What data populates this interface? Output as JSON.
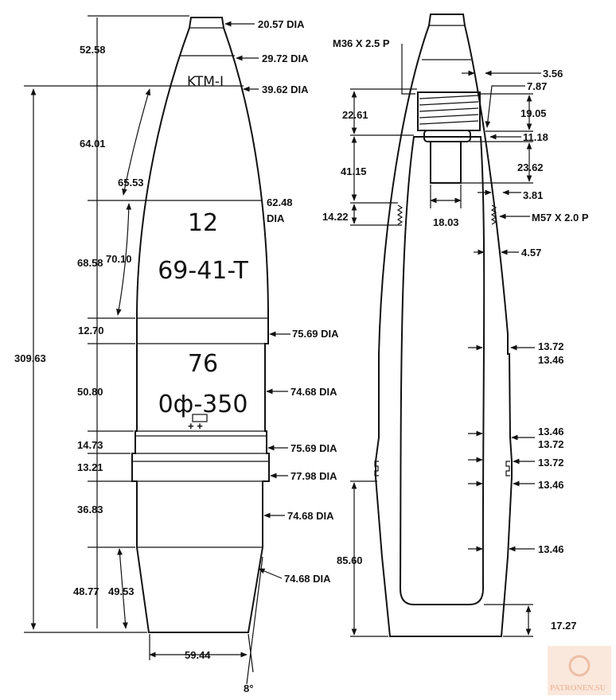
{
  "left_view": {
    "markings": {
      "fuze": "KTM-I",
      "line1": "12",
      "line2": "69-41-T",
      "line3": "76",
      "line4": "0ф-350"
    },
    "diameters": {
      "tip": "20.57 DIA",
      "d2": "29.72 DIA",
      "d3": "39.62 DIA",
      "d4": "62.48",
      "d4_unit": "DIA",
      "band1": "75.69 DIA",
      "body1": "74.68 DIA",
      "band2": "75.69 DIA",
      "rot_band": "77.98 DIA",
      "body2": "74.68 DIA",
      "base": "74.68 DIA"
    },
    "lengths": {
      "l1": "52.58",
      "l2": "64.01",
      "l3": "68.58",
      "l4": "12.70",
      "l5": "50.80",
      "l6": "14.73",
      "l7": "13.21",
      "l8": "36.83",
      "l9": "48.77",
      "total": "309.63",
      "arc1": "65.53",
      "arc2": "70.10",
      "boat": "49.53",
      "base_dia": "59.44",
      "angle": "8°"
    }
  },
  "right_view": {
    "thread1": "M36 X 2.5 P",
    "thread2": "M57 X 2.0 P",
    "dims": {
      "a": "3.56",
      "b": "7.87",
      "c": "22.61",
      "d": "19.05",
      "e": "11.18",
      "f": "41.15",
      "g": "23.62",
      "h": "3.81",
      "i": "14.22",
      "j": "18.03",
      "k": "4.57",
      "w1": "13.72",
      "w2": "13.46",
      "w3": "13.46",
      "w4": "13.72",
      "w5": "13.72",
      "w6": "13.46",
      "w7": "13.46",
      "l": "85.60",
      "m": "17.27"
    }
  },
  "watermark": "PATRONEN.SU"
}
